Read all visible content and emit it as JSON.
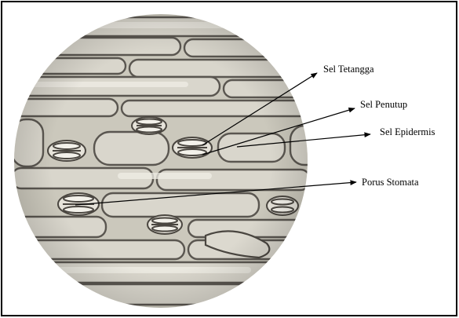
{
  "figure": {
    "labels": {
      "sel_tetangga": "Sel Tetangga",
      "sel_penutup": "Sel Penutup",
      "sel_epidermis": "Sel Epidermis",
      "porus_stomata": "Porus Stomata"
    },
    "colors": {
      "frame": "#000000",
      "tissue_base": "#cbc8bc",
      "cell_fill": "#d9d6cc",
      "cell_wall": "#5a5650",
      "highlight": "#efede6",
      "arrow": "#000000"
    }
  }
}
